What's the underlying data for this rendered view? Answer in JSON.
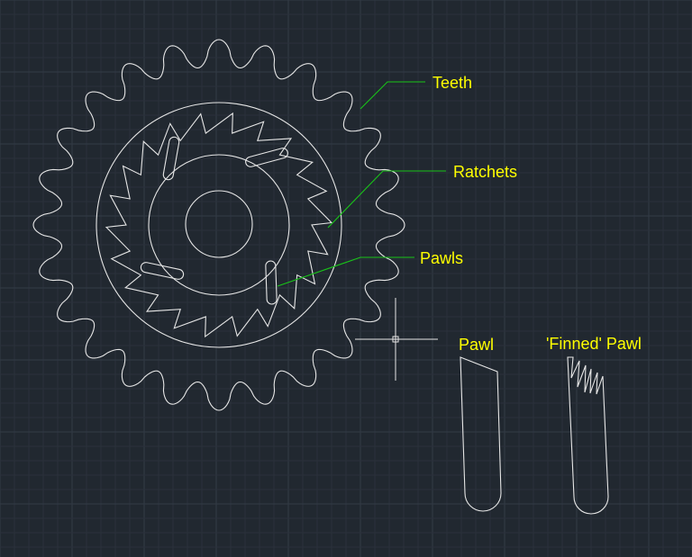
{
  "colors": {
    "background": "#212830",
    "grid_minor": "#2a313b",
    "grid_major": "#333b46",
    "drawing": "#e6e6e6",
    "leader": "#19c419",
    "label": "#ffff00"
  },
  "labels": {
    "teeth": "Teeth",
    "ratchets": "Ratchets",
    "pawls": "Pawls",
    "pawl": "Pawl",
    "finned_pawl": "'Finned' Pawl"
  },
  "cursor": {
    "icon": "crosshair-cursor-icon"
  }
}
